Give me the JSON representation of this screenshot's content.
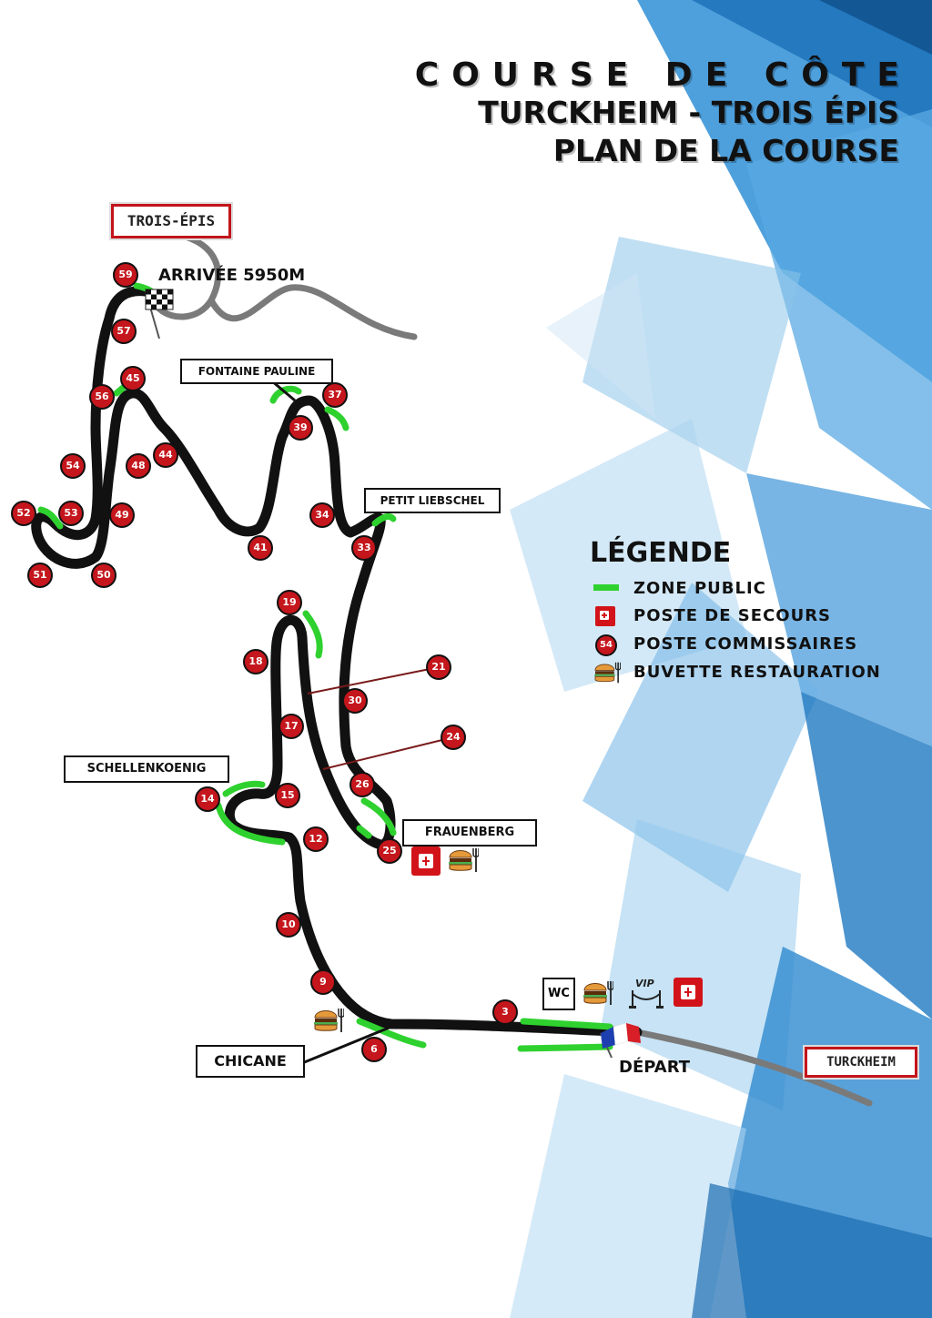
{
  "title": {
    "line1": "COURSE DE CÔTE",
    "line2": "TURCKHEIM - TROIS ÉPIS",
    "line3": "PLAN DE LA COURSE"
  },
  "signs": {
    "top_town": "TROIS-ÉPIS",
    "bottom_town": "TURCKHEIM"
  },
  "places": {
    "finish": "ARRIVÉE 5950M",
    "fontaine": "FONTAINE PAULINE",
    "liebschel": "PETIT LIEBSCHEL",
    "schellenkoenig": "SCHELLENKOENIG",
    "frauenberg": "FRAUENBERG",
    "chicane": "CHICANE",
    "start": "DÉPART"
  },
  "legend": {
    "title": "LÉGENDE",
    "items": [
      {
        "label": "ZONE PUBLIC",
        "icon": "green-line"
      },
      {
        "label": "POSTE DE SECOURS",
        "icon": "first-aid"
      },
      {
        "label": "POSTE COMMISSAIRES",
        "icon": "marshal-post",
        "sample": "54"
      },
      {
        "label": "BUVETTE RESTAURATION",
        "icon": "burger-fork"
      }
    ]
  },
  "amenities": {
    "wc": "WC",
    "vip": "VIP"
  },
  "posts": [
    "59",
    "57",
    "45",
    "56",
    "37",
    "39",
    "44",
    "48",
    "54",
    "52",
    "53",
    "49",
    "51",
    "50",
    "41",
    "34",
    "33",
    "19",
    "18",
    "21",
    "30",
    "17",
    "24",
    "26",
    "15",
    "14",
    "12",
    "25",
    "10",
    "9",
    "3",
    "6"
  ],
  "colors": {
    "track": "#111111",
    "public_zone": "#2fd12f",
    "post": "#c4161c",
    "road": "#7a7a7a",
    "sign_border": "#c3141b"
  }
}
